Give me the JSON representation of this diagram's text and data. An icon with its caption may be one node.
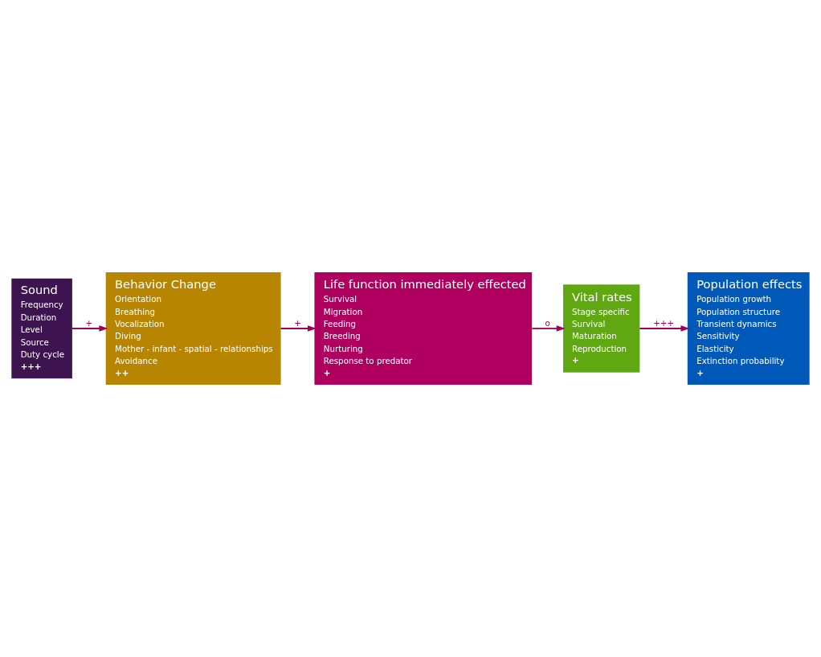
{
  "diagram": {
    "nodes": [
      {
        "text": [
          "Sound",
          "Frequency",
          "Duration",
          "Level",
          "Source",
          "Duty cycle",
          "+++"
        ]
      },
      {
        "text": [
          "Behavior Change",
          "Orientation",
          "Breathing",
          "Vocalization",
          "Diving",
          "Mother - infant - spatial - relationships",
          "Avoidance",
          "++"
        ]
      },
      {
        "text": [
          "Life function immediately effected",
          "Survival",
          "Migration",
          "Feeding",
          "Breeding",
          "Nurturing",
          "Response to predator",
          "+"
        ]
      },
      {
        "text": [
          "Vital rates",
          "Stage specific",
          "Survival",
          "Maturation",
          "Reproduction",
          "+"
        ]
      },
      {
        "text": [
          "Population effects",
          "Population growth",
          "Population structure",
          "Transient dynamics",
          "Sensitivity",
          "Elasticity",
          "Extinction probability",
          "+"
        ]
      }
    ],
    "edges": [
      {
        "from": 0,
        "to": 1,
        "arrow": "to",
        "label": "+"
      },
      {
        "from": 1,
        "to": 2,
        "arrow": "to",
        "label": "+"
      },
      {
        "from": 2,
        "to": 3,
        "arrow": "to",
        "label": "o"
      },
      {
        "from": 3,
        "to": 4,
        "arrow": "to",
        "label": "+++"
      }
    ]
  }
}
